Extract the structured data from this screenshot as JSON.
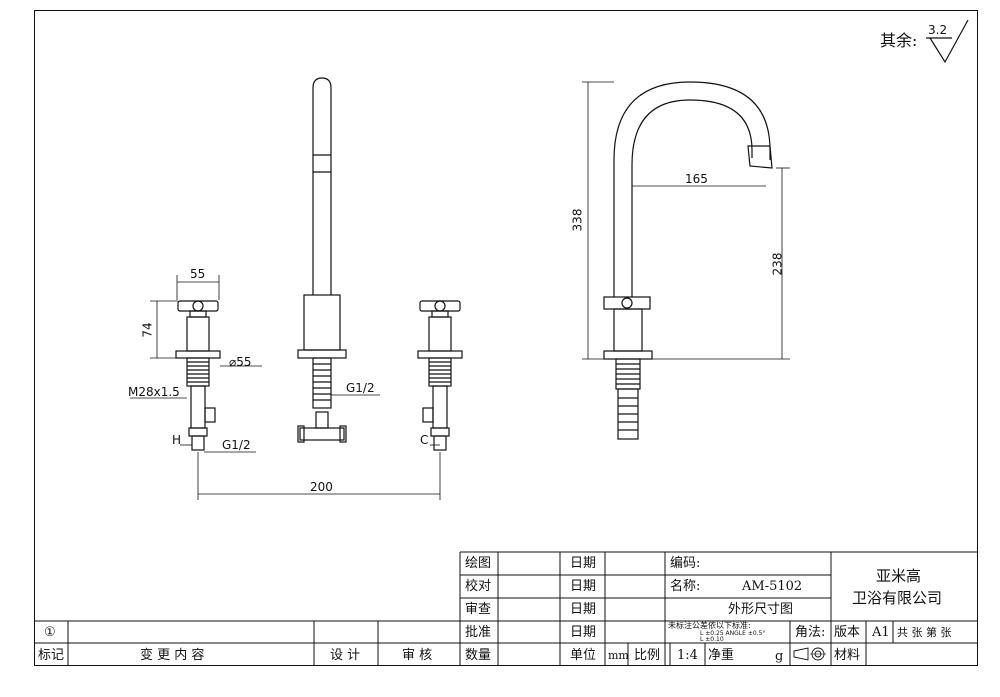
{
  "roughness": {
    "label": "其余:",
    "value": "3.2"
  },
  "dimensions": {
    "handle_width": "55",
    "handle_height": "74",
    "flange_diameter": "⌀55",
    "thread": "M28x1.5",
    "inlet_thread_left": "G1/2",
    "inlet_thread_center": "G1/2",
    "spacing": "200",
    "spout_reach": "165",
    "total_height": "338",
    "spout_height": "238",
    "hot_mark": "H",
    "cold_mark": "C"
  },
  "title_block": {
    "draw": "绘图",
    "check": "校对",
    "review": "审查",
    "approve": "批准",
    "date1": "日期",
    "date2": "日期",
    "date3": "日期",
    "date4": "日期",
    "code_label": "编码:",
    "name_label": "名称:",
    "model": "AM-5102",
    "drawing_name": "外形尺寸图",
    "tolerance_title": "未标注公差依以下标准:",
    "tolerance_line1": "L    ±0.25  ANGLE ±0.5°",
    "tolerance_line2": "L    ±0.10",
    "projection": "角法:",
    "company_line1": "亚米高",
    "company_line2": "卫浴有限公司",
    "version_label": "版本",
    "version": "A1",
    "sheets": "共  张  第  张",
    "material": "材料",
    "rev_number": "①",
    "mark": "标记",
    "change_content": "变  更  内  容",
    "design": "设 计",
    "audit": "审 核",
    "quantity": "数量",
    "unit": "单位",
    "unit_value": "mm",
    "scale": "比例",
    "scale_value": "1:4",
    "net_weight": "净重",
    "weight_unit": "g"
  }
}
